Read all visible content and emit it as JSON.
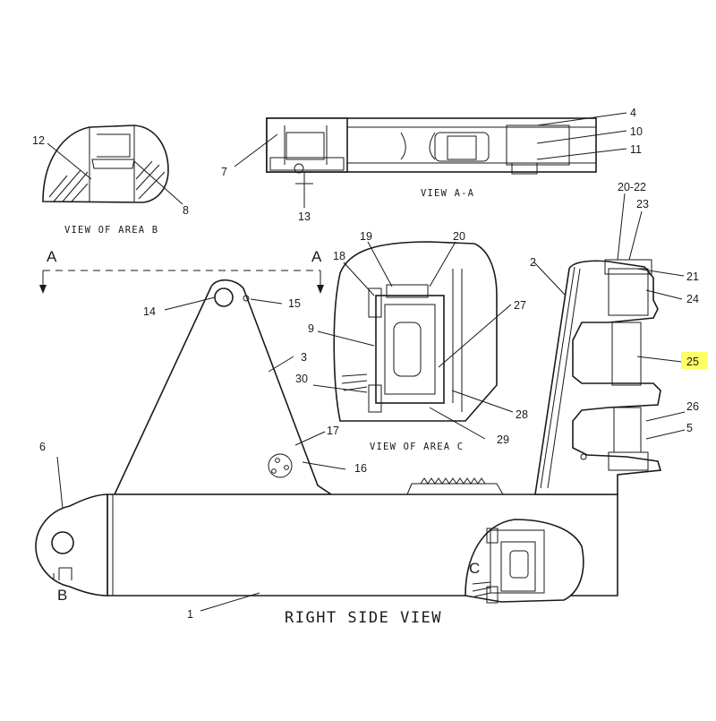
{
  "captions": {
    "view_area_b": "VIEW OF AREA B",
    "view_a_a": "VIEW A-A",
    "view_area_c": "VIEW OF AREA C",
    "right_side_view": "RIGHT SIDE VIEW"
  },
  "section_marks": {
    "a_left": "A",
    "a_right": "A",
    "b": "B",
    "c": "C"
  },
  "callouts": {
    "c1": "1",
    "c2": "2",
    "c3": "3",
    "c4": "4",
    "c5": "5",
    "c6": "6",
    "c7": "7",
    "c8": "8",
    "c9": "9",
    "c10": "10",
    "c11": "11",
    "c12": "12",
    "c13": "13",
    "c14": "14",
    "c15": "15",
    "c16": "16",
    "c17": "17",
    "c18": "18",
    "c19": "19",
    "c20": "20",
    "c20_22": "20-22",
    "c21": "21",
    "c23": "23",
    "c24": "24",
    "c25": "25",
    "c26": "26",
    "c27": "27",
    "c28": "28",
    "c29": "29",
    "c30": "30"
  },
  "highlight": {
    "label": "25",
    "color": "#ffff66"
  }
}
